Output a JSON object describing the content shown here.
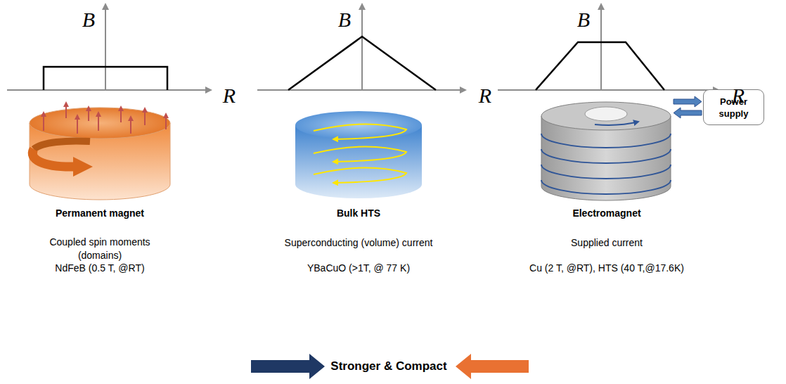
{
  "diagram": {
    "nodes": [
      {
        "text": [
          "Permanent magnet",
          "Coupled spin moments (domains)",
          "NdFeB (0.5 T, @RT)"
        ]
      },
      {
        "text": [
          "Bulk HTS",
          "Superconducting (volume) current",
          "YBaCuO (>1T, @ 77 K)"
        ]
      },
      {
        "text": [
          "Electromagnet",
          "Supplied current",
          "Cu (2 T, @RT), HTS (40 T,@17.6K)"
        ]
      },
      {
        "text": [
          "Power supply"
        ]
      }
    ],
    "edges": [
      {
        "from": 2,
        "to": 3,
        "arrow": "both"
      }
    ],
    "labels": [
      "B",
      "R",
      "B",
      "R",
      "B",
      "R",
      "Stronger & Compact"
    ]
  }
}
